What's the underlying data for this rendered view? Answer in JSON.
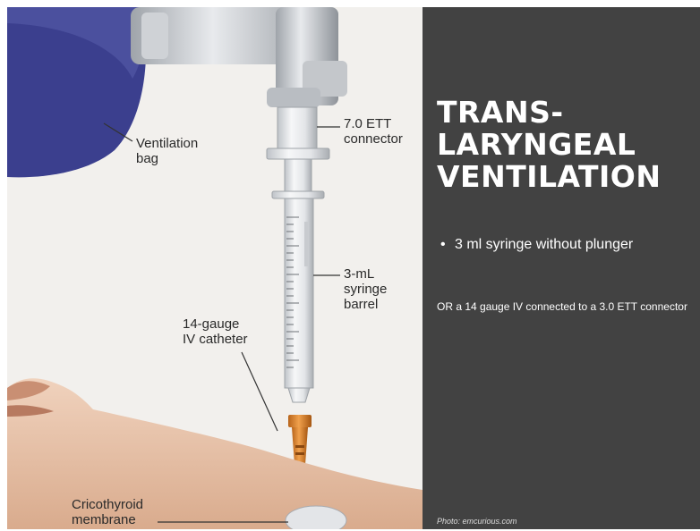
{
  "diagram": {
    "labels": {
      "ventilation_bag": "Ventilation\nbag",
      "ett_connector": "7.0 ETT\nconnector",
      "syringe_barrel": "3-mL\nsyringe\nbarrel",
      "iv_catheter": "14-gauge\nIV catheter",
      "cricothyroid_membrane": "Cricothyroid\nmembrane"
    }
  },
  "slide": {
    "title": "TRANS-\nLARYNGEAL\nVENTILATION",
    "bullets": [
      "3 ml syringe without plunger"
    ],
    "note": "OR a 14 gauge IV connected to a 3.0 ETT connector",
    "credit": "Photo: emcurious.com"
  },
  "colors": {
    "panel_background": "#424242",
    "bag_blue": "#3b3f8e",
    "catheter_orange": "#d9822b",
    "skin": "#e9c6ae"
  }
}
